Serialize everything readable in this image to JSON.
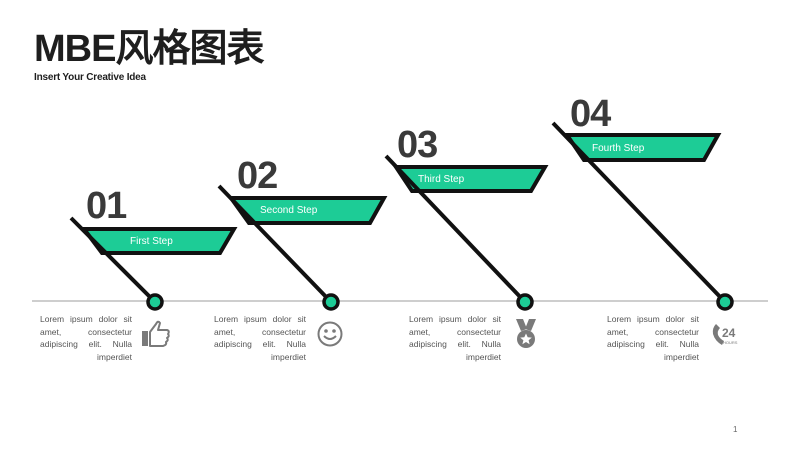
{
  "title": "MBE风格图表",
  "subtitle": "Insert Your Creative Idea",
  "colors": {
    "accent": "#1dcc96",
    "dark": "#111111",
    "timeline": "#bdbdbd",
    "icon": "#7a7a7a"
  },
  "steps": [
    {
      "number": "01",
      "label": "First Step",
      "description": "Lorem ipsum dolor sit amet, consectetur adipiscing elit. Nulla imperdiet",
      "icon": "thumbs-up-icon"
    },
    {
      "number": "02",
      "label": "Second Step",
      "description": "Lorem ipsum dolor sit amet, consectetur adipiscing elit. Nulla imperdiet",
      "icon": "smiley-icon"
    },
    {
      "number": "03",
      "label": "Third Step",
      "description": "Lorem ipsum dolor sit amet, consectetur adipiscing elit. Nulla imperdiet",
      "icon": "medal-icon"
    },
    {
      "number": "04",
      "label": "Fourth Step",
      "description": "Lorem ipsum dolor sit amet, consectetur adipiscing elit. Nulla imperdiet",
      "icon": "phone-24-hours-icon"
    }
  ],
  "icon_texts": {
    "hours": "24",
    "hours_caption": "HOURS"
  },
  "page_number": "1"
}
